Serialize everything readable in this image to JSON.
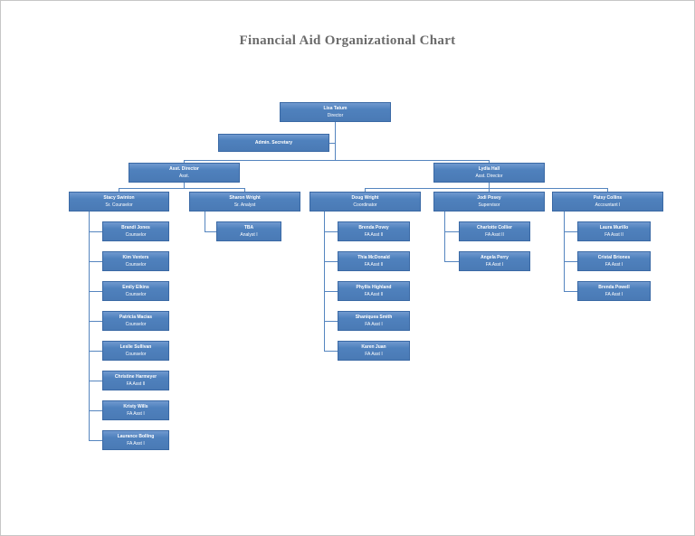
{
  "page": {
    "title": "Financial Aid Organizational Chart"
  },
  "colors": {
    "box_fill": "#4F81BD",
    "box_border": "#3A69A5",
    "connector": "#5585BF",
    "title_text": "#6B6B6B",
    "page_background": "#FFFFFF"
  },
  "org": {
    "director": {
      "name": "Lisa Tatum",
      "title": "Director"
    },
    "admin_secretary": {
      "name": "Admin. Secretary"
    },
    "asst_director_left": {
      "name": "Asst. Director",
      "title": "Asst."
    },
    "asst_director_right": {
      "name": "Lydia Hall",
      "title": "Asst. Director"
    },
    "managers": [
      {
        "name": "Stacy Swinton",
        "title": "Sr. Counselor"
      },
      {
        "name": "Sharon Wright",
        "title": "Sr. Analyst"
      },
      {
        "name": "Doug Wright",
        "title": "Coordinator"
      },
      {
        "name": "Jodi Posey",
        "title": "Supervisor"
      },
      {
        "name": "Patsy Collins",
        "title": "Accountant I"
      }
    ],
    "counselor_reports": [
      {
        "name": "Brandi Jones",
        "title": "Counselor"
      },
      {
        "name": "Kim Venters",
        "title": "Counselor"
      },
      {
        "name": "Emily Elkins",
        "title": "Counselor"
      },
      {
        "name": "Patricia Macias",
        "title": "Counselor"
      },
      {
        "name": "Leslie Sullivan",
        "title": "Counselor"
      },
      {
        "name": "Christine Harmeyer",
        "title": "FA Asst II"
      },
      {
        "name": "Kristy Wills",
        "title": "FA Asst I"
      },
      {
        "name": "Laurance Bolling",
        "title": "FA Asst I"
      }
    ],
    "analyst_reports": [
      {
        "name": "TBA",
        "title": "Analyst I"
      }
    ],
    "coordinator_reports": [
      {
        "name": "Brenda Povey",
        "title": "FA Asst II"
      },
      {
        "name": "Thia McDonald",
        "title": "FA Asst II"
      },
      {
        "name": "Phyllis Highland",
        "title": "FA Asst II"
      },
      {
        "name": "Shaniquea Smith",
        "title": "FA Asst I"
      },
      {
        "name": "Karen Juan",
        "title": "FA Asst I"
      }
    ],
    "supervisor_reports": [
      {
        "name": "Charlotte Collier",
        "title": "FA Asst II"
      },
      {
        "name": "Angela Perry",
        "title": "FA Asst I"
      }
    ],
    "accountant_reports": [
      {
        "name": "Laura Murillo",
        "title": "FA Asst II"
      },
      {
        "name": "Cristal Briones",
        "title": "FA Asst I"
      },
      {
        "name": "Brenda Powell",
        "title": "FA Asst I"
      }
    ]
  }
}
